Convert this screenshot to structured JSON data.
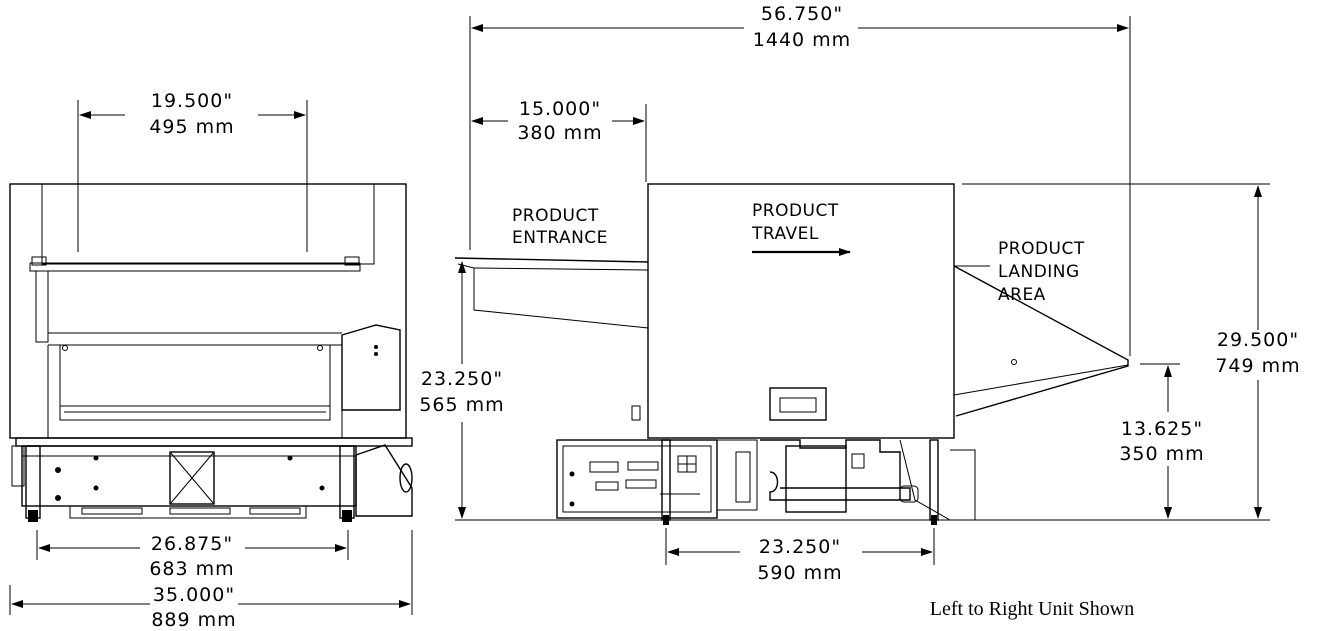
{
  "dimensions": {
    "top_width_in": "19.500\"",
    "top_width_mm": "495 mm",
    "overall_length_in": "56.750\"",
    "overall_length_mm": "1440 mm",
    "entrance_in": "15.000\"",
    "entrance_mm": "380 mm",
    "entrance_height_in": "23.250\"",
    "entrance_height_mm": "565 mm",
    "overall_height_in": "29.500\"",
    "overall_height_mm": "749 mm",
    "landing_height_in": "13.625\"",
    "landing_height_mm": "350 mm",
    "leg_span_in": "26.875\"",
    "leg_span_mm": "683 mm",
    "overall_width_in": "35.000\"",
    "overall_width_mm": "889 mm",
    "side_leg_span_in": "23.250\"",
    "side_leg_span_mm": "590 mm"
  },
  "labels": {
    "entrance_1": "PRODUCT",
    "entrance_2": "ENTRANCE",
    "travel_1": "PRODUCT",
    "travel_2": "TRAVEL",
    "landing_1": "PRODUCT",
    "landing_2": "LANDING",
    "landing_3": "AREA"
  },
  "caption": "Left to Right Unit Shown"
}
